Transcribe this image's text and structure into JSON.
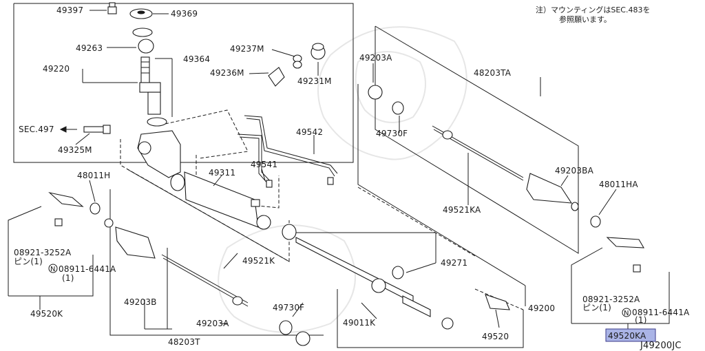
{
  "note": {
    "line1": "注）マウンティングはSEC.483を",
    "line2": "参照願います。"
  },
  "labels": {
    "p49397": "49397",
    "p49369": "49369",
    "p49263": "49263",
    "p49220": "49220",
    "p49364": "49364",
    "p49237M": "49237M",
    "p49236M": "49236M",
    "p49231M": "49231M",
    "sec497": "SEC.497",
    "p49325M": "49325M",
    "p49542": "49542",
    "p49541": "49541",
    "p49311": "49311",
    "p49203A_top": "49203A",
    "p48203TA": "48203TA",
    "p49730F_top": "49730F",
    "p49203BA": "49203BA",
    "p48011HA": "48011HA",
    "p49521KA": "49521KA",
    "p48011H": "48011H",
    "p08921_left": "08921-3252A",
    "pin_left": "ピン(1)",
    "n_left": "N",
    "p08911_left": "08911-6441A",
    "qty_left": "(1)",
    "p49520K": "49520K",
    "p49521K": "49521K",
    "p49203B": "49203B",
    "p49730F_bot": "49730F",
    "p49203A_bot": "49203A",
    "p48203T": "48203T",
    "p49271": "49271",
    "p49011K": "49011K",
    "p49200": "49200",
    "p49520": "49520",
    "p08921_right": "08921-3252A",
    "pin_right": "ピン(1)",
    "n_right": "N",
    "p08911_right": "08911-6441A",
    "qty_right": "(1)",
    "p49520KA": "49520KA",
    "code": "J49200JC"
  },
  "colors": {
    "highlight": "#aab4e6"
  }
}
